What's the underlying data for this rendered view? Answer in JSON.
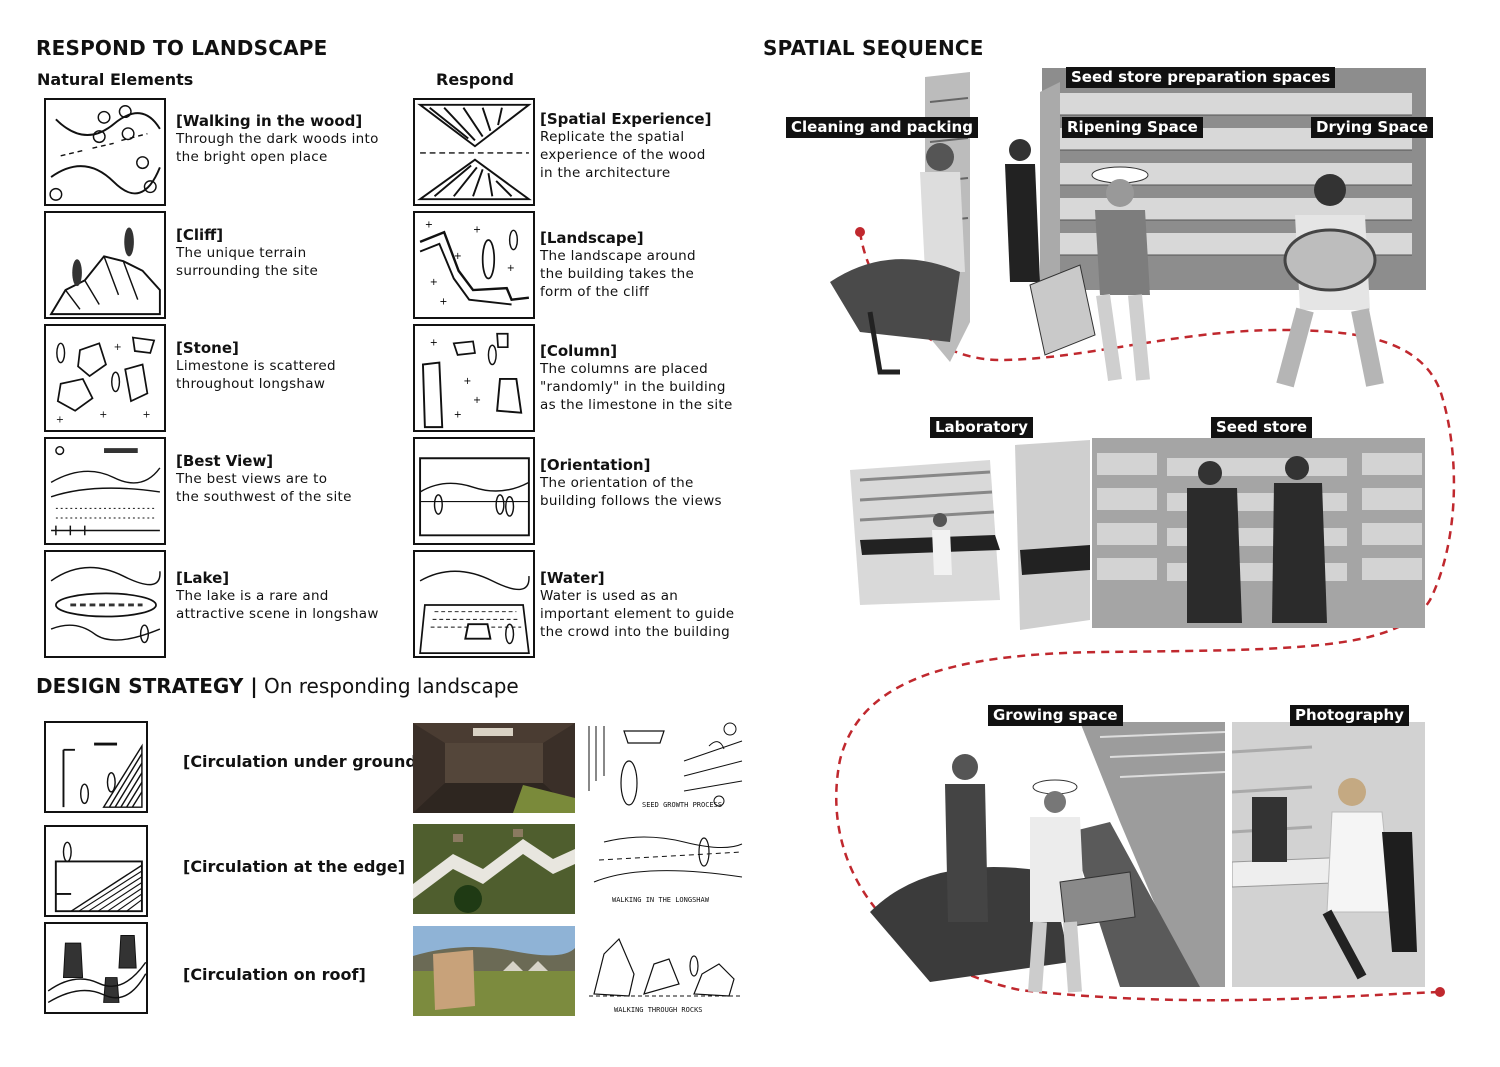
{
  "left": {
    "title": "RESPOND TO LANDSCAPE",
    "col1_header": "Natural Elements",
    "col2_header": "Respond",
    "natural": [
      {
        "title": "[Walking in the wood]",
        "lines": [
          "Through the dark woods into",
          "the bright open place"
        ]
      },
      {
        "title": "[Cliff]",
        "lines": [
          "The unique terrain",
          "surrounding the site"
        ]
      },
      {
        "title": "[Stone]",
        "lines": [
          "Limestone is scattered",
          "throughout longshaw"
        ]
      },
      {
        "title": "[Best View]",
        "lines": [
          "The best views are to",
          "the southwest of the site"
        ]
      },
      {
        "title": "[Lake]",
        "lines": [
          "The lake is a rare and",
          "attractive scene in longshaw"
        ]
      }
    ],
    "respond": [
      {
        "title": "[Spatial Experience]",
        "lines": [
          "Replicate the spatial",
          "experience of the wood",
          "in the architecture"
        ]
      },
      {
        "title": "[Landscape]",
        "lines": [
          "The landscape around",
          "the building takes the",
          "form of the cliff"
        ]
      },
      {
        "title": "[Column]",
        "lines": [
          "The columns are placed",
          "\"randomly\" in the building",
          "as the limestone in the site"
        ]
      },
      {
        "title": "[Orientation]",
        "lines": [
          "The orientation of the",
          "building follows the views"
        ]
      },
      {
        "title": "[Water]",
        "lines": [
          "Water is used as an",
          "important element to guide",
          "the crowd into the building"
        ]
      }
    ]
  },
  "strategy": {
    "title_bold": "DESIGN STRATEGY |",
    "title_rest": " On responding landscape",
    "items": [
      {
        "label": "[Circulation under ground]",
        "sketch_note": "SEED GROWTH PROCESS"
      },
      {
        "label": "[Circulation at the edge]",
        "sketch_note": "WALKING IN THE LONGSHAW"
      },
      {
        "label": "[Circulation on roof]",
        "sketch_note": "WALKING THROUGH ROCKS"
      }
    ]
  },
  "right": {
    "title": "SPATIAL SEQUENCE",
    "tags": {
      "seed_prep": "Seed store preparation spaces",
      "cleaning": "Cleaning and packing",
      "ripening": "Ripening Space",
      "drying": "Drying Space",
      "laboratory": "Laboratory",
      "seed_store": "Seed store",
      "growing": "Growing space",
      "photography": "Photography"
    },
    "path_color": "#c0282e"
  }
}
